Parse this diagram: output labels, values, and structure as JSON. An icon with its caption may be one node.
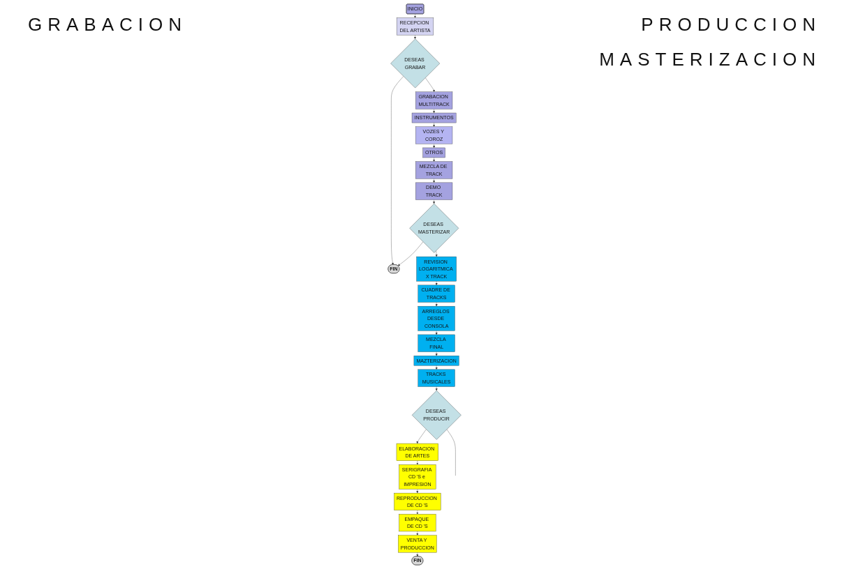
{
  "diagram": {
    "nodes": [
      {
        "text": [
          "INICIO"
        ]
      },
      {
        "text": [
          "RECEPCION DEL ARTISTA"
        ]
      },
      {
        "text": [
          "DESEAS GRABAR"
        ]
      },
      {
        "text": [
          "FIN"
        ]
      },
      {
        "text": [
          "GRABACION MULTITRACK"
        ]
      },
      {
        "text": [
          "INSTRUMENTOS"
        ]
      },
      {
        "text": [
          "VOZES Y COROZ"
        ]
      },
      {
        "text": [
          "OTROS"
        ]
      },
      {
        "text": [
          "MEZCLA DE TRACK"
        ]
      },
      {
        "text": [
          "DEMO TRACK"
        ]
      },
      {
        "text": [
          "DESEAS MASTERIZAR"
        ]
      },
      {
        "text": [
          "REVISION LOGARITMICA X TRACK"
        ]
      },
      {
        "text": [
          "CUADRE DE TRACKS"
        ]
      },
      {
        "text": [
          "ARREGLOS DESDE CONSOLA"
        ]
      },
      {
        "text": [
          "MEZCLA FINAL"
        ]
      },
      {
        "text": [
          "MAZTERIZACION"
        ]
      },
      {
        "text": [
          "TRACKS MUSICALES"
        ]
      },
      {
        "text": [
          "DESEAS PRODUCIR"
        ]
      },
      {
        "text": [
          "ELABORACION DE ARTES"
        ]
      },
      {
        "text": [
          "SERIGRAFIA CD 'S e IMPRESION"
        ]
      },
      {
        "text": [
          "REPRODUCCION DE CD 'S"
        ]
      },
      {
        "text": [
          "EMPAQUE DE CD 'S"
        ]
      },
      {
        "text": [
          "VENTA Y PRODUCCION"
        ]
      },
      {
        "text": [
          "FIN"
        ]
      }
    ],
    "edges": [
      {
        "from": 0,
        "to": 1,
        "arrow": "to"
      },
      {
        "from": 1,
        "to": 2,
        "arrow": "to"
      },
      {
        "from": 2,
        "to": 4,
        "arrow": "to"
      },
      {
        "from": 2,
        "to": 3,
        "arrow": "to"
      },
      {
        "from": 4,
        "to": 5,
        "arrow": "to"
      },
      {
        "from": 5,
        "to": 6,
        "arrow": "to"
      },
      {
        "from": 6,
        "to": 7,
        "arrow": "to"
      },
      {
        "from": 7,
        "to": 8,
        "arrow": "to"
      },
      {
        "from": 8,
        "to": 9,
        "arrow": "to"
      },
      {
        "from": 9,
        "to": 10,
        "arrow": "to"
      },
      {
        "from": 10,
        "to": 3,
        "arrow": "to"
      },
      {
        "from": 10,
        "to": 11,
        "arrow": "to"
      },
      {
        "from": 11,
        "to": 12,
        "arrow": "to"
      },
      {
        "from": 12,
        "to": 13,
        "arrow": "to"
      },
      {
        "from": 13,
        "to": 14,
        "arrow": "to"
      },
      {
        "from": 14,
        "to": 15,
        "arrow": "to"
      },
      {
        "from": 15,
        "to": 16,
        "arrow": "to"
      },
      {
        "from": 16,
        "to": 17,
        "arrow": "to"
      },
      {
        "from": 17,
        "to": 18,
        "arrow": "to"
      },
      {
        "from": 17,
        "to": null,
        "arrow": "none"
      },
      {
        "from": 18,
        "to": 19,
        "arrow": "to"
      },
      {
        "from": 19,
        "to": 20,
        "arrow": "to"
      },
      {
        "from": 20,
        "to": 21,
        "arrow": "to"
      },
      {
        "from": 21,
        "to": 22,
        "arrow": "to"
      },
      {
        "from": 22,
        "to": 23,
        "arrow": "to"
      }
    ],
    "labels": [
      "GRABACION",
      "PRODUCCION",
      "MASTERIZACION"
    ]
  }
}
